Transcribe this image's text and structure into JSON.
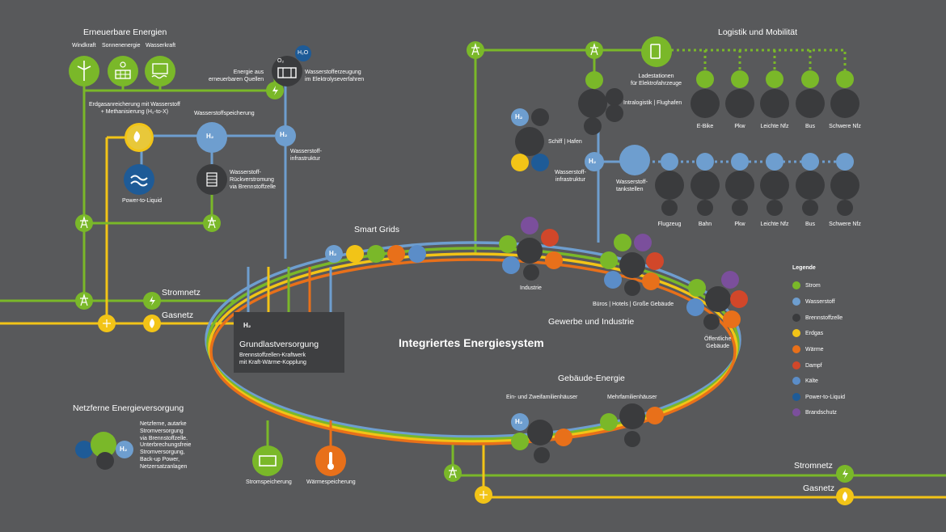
{
  "colors": {
    "background": "#58595b",
    "strom": "#7ab829",
    "wasserstoff": "#6e9ecf",
    "brennstoffzelle": "#3a3b3d",
    "erdgas": "#f2c417",
    "waerme": "#e8701a",
    "dampf": "#d1472a",
    "kaelte": "#5b8dc8",
    "power_to_liquid": "#1e5b97",
    "brandschutz": "#7b4f9c",
    "dark_node": "#3a3b3d"
  },
  "title": "Integriertes Energiesystem",
  "labels": {
    "erneuerbare": "Erneuerbare Energien",
    "windkraft": "Windkraft",
    "sonnenenergie": "Sonnenenergie",
    "wasserkraft": "Wasserkraft",
    "energie_aus": "Energie aus\nerneuerbaren Quellen",
    "wasserstofferzeugung": "Wasserstofferzeugung\nim Elektrolyseverfahren",
    "erdgasanreicherung": "Erdgasanreicherung mit Wasserstoff\n+ Methanisierung (H₂-to-X)",
    "wasserstoffspeicherung": "Wasserstoffspeicherung",
    "wasserstoff_infra_left": "Wasserstoff-\ninfrastruktur",
    "power_to_liquid": "Power-to-Liquid",
    "rueckverstromung": "Wasserstoff-\nRückverstromung\nvia Brennstoffzelle",
    "stromnetz_left": "Stromnetz",
    "gasnetz_left": "Gasnetz",
    "smart_grids": "Smart Grids",
    "grundlast_title": "Grundlastversorgung",
    "grundlast_sub": "Brennstoffzellen-Kraftwerk\nmit Kraft-Wärme-Kopplung",
    "netzferne_title": "Netzferne Energieversorgung",
    "netzferne_text": "Netzferne, autarke\nStromversorgung\nvia Brennstoffzelle.\nUnterbrechungsfreie\nStromversorgung,\nBack-up Power,\nNetzersatzanlagen",
    "stromspeicherung": "Stromspeicherung",
    "waermespeicherung": "Wärmespeicherung",
    "logistik": "Logistik und Mobilität",
    "ladestationen": "Ladestationen\nfür Elektrofahrzeuge",
    "intralogistik": "Intralogistik | Flughafen",
    "schiff": "Schiff | Hafen",
    "wasserstoff_infra_right": "Wasserstoff-\ninfrastruktur",
    "tankstellen": "Wasserstoff-\ntankstellen",
    "industrie": "Industrie",
    "bueros": "Büros | Hotels | Große Gebäude",
    "oeffentliche": "Öffentliche\nGebäude",
    "gewerbe": "Gewerbe und Industrie",
    "gebaeude_energie": "Gebäude-Energie",
    "einfamilien": "Ein- und Zweifamilienhäuser",
    "mehrfamilien": "Mehrfamilienhäuser",
    "stromnetz_right": "Stromnetz",
    "gasnetz_right": "Gasnetz",
    "h2": "H₂",
    "o2": "O₂",
    "h2o": "H₂O"
  },
  "vehicles_top": [
    "E-Bike",
    "Pkw",
    "Leichte Nfz",
    "Bus",
    "Schwere Nfz"
  ],
  "vehicles_bottom": [
    "Flugzeug",
    "Bahn",
    "Pkw",
    "Leichte Nfz",
    "Bus",
    "Schwere Nfz"
  ],
  "legend": {
    "title": "Legende",
    "items": [
      {
        "label": "Strom",
        "color": "#7ab829",
        "icon": "lightning-icon"
      },
      {
        "label": "Wasserstoff",
        "color": "#6e9ecf",
        "icon": "h2-icon"
      },
      {
        "label": "Brennstoffzelle",
        "color": "#3a3b3d",
        "icon": "fuel-cell-icon"
      },
      {
        "label": "Erdgas",
        "color": "#f2c417",
        "icon": "flame-icon"
      },
      {
        "label": "Wärme",
        "color": "#e8701a",
        "icon": "thermometer-icon"
      },
      {
        "label": "Dampf",
        "color": "#d1472a",
        "icon": "steam-icon"
      },
      {
        "label": "Kälte",
        "color": "#5b8dc8",
        "icon": "snowflake-icon"
      },
      {
        "label": "Power-to-Liquid",
        "color": "#1e5b97",
        "icon": "wave-icon"
      },
      {
        "label": "Brandschutz",
        "color": "#7b4f9c",
        "icon": "fire-protection-icon"
      }
    ]
  }
}
